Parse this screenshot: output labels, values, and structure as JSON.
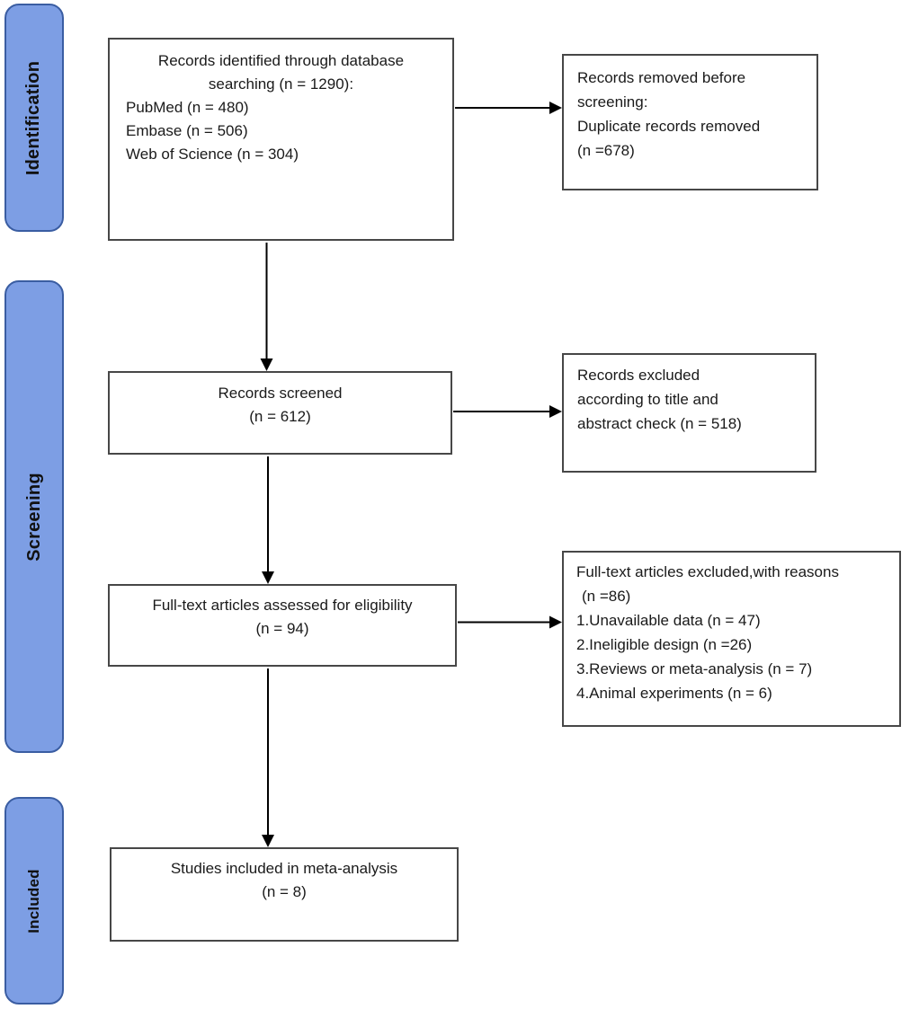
{
  "sidebar": {
    "stages": [
      {
        "label": "Identification"
      },
      {
        "label": "Screening"
      },
      {
        "label": "Included"
      }
    ]
  },
  "boxes": {
    "identified": {
      "lines_centered": [
        "Records identified through database",
        "searching (n = 1290):"
      ],
      "lines_left": [
        "PubMed (n = 480)",
        "Embase (n = 506)",
        "Web of Science (n = 304)"
      ]
    },
    "removed_before_screening": {
      "lines": [
        "Records removed before",
        "screening:",
        "Duplicate records removed",
        "(n =678)"
      ]
    },
    "screened": {
      "lines": [
        "Records screened",
        "(n = 612)"
      ]
    },
    "excluded_title_abstract": {
      "lines": [
        "Records excluded",
        "according to title and",
        "abstract check (n = 518)"
      ]
    },
    "fulltext_assessed": {
      "lines": [
        "Full-text articles assessed for eligibility",
        "(n = 94)"
      ]
    },
    "fulltext_excluded": {
      "lines": [
        "Full-text articles excluded,with reasons",
        "(n =86)",
        "1.Unavailable data (n = 47)",
        "2.Ineligible design (n =26)",
        "3.Reviews or meta-analysis (n = 7)",
        "4.Animal experiments (n = 6)"
      ]
    },
    "included_meta_analysis": {
      "lines": [
        "Studies included in meta-analysis",
        "(n = 8)"
      ]
    }
  },
  "colors": {
    "stage_fill": "#7D9EE4",
    "stage_border": "#3A5DA2",
    "box_border": "#474747",
    "arrow": "#000000"
  }
}
